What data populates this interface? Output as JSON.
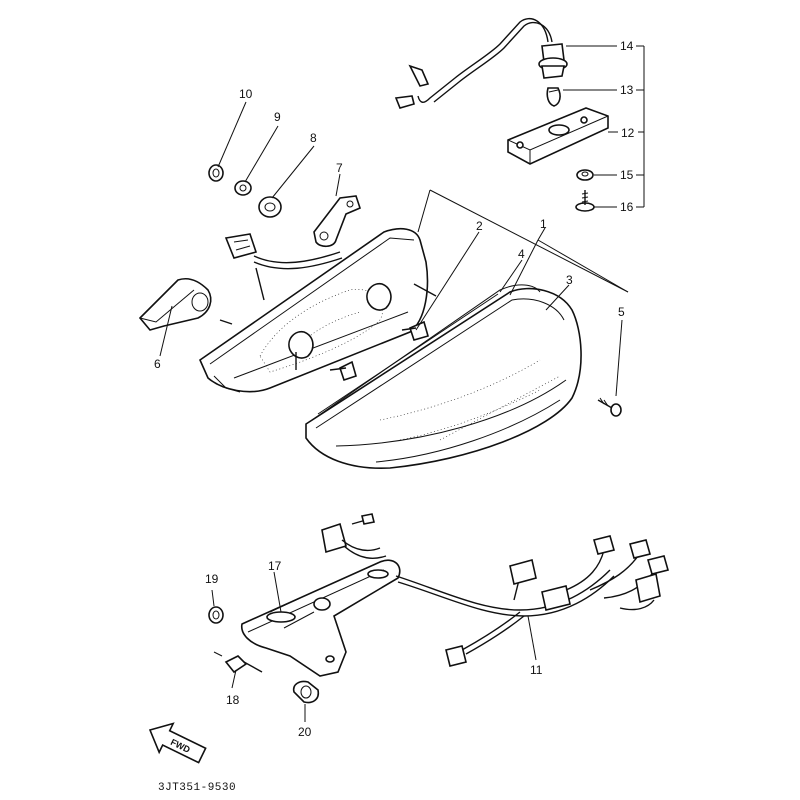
{
  "callouts": [
    {
      "id": "1",
      "text": "1"
    },
    {
      "id": "2",
      "text": "2"
    },
    {
      "id": "3",
      "text": "3"
    },
    {
      "id": "4",
      "text": "4"
    },
    {
      "id": "5",
      "text": "5"
    },
    {
      "id": "6",
      "text": "6"
    },
    {
      "id": "7",
      "text": "7"
    },
    {
      "id": "8",
      "text": "8"
    },
    {
      "id": "9",
      "text": "9"
    },
    {
      "id": "10",
      "text": "10"
    },
    {
      "id": "11",
      "text": "11"
    },
    {
      "id": "12",
      "text": "12"
    },
    {
      "id": "13",
      "text": "13"
    },
    {
      "id": "14",
      "text": "14"
    },
    {
      "id": "15",
      "text": "15"
    },
    {
      "id": "16",
      "text": "16"
    },
    {
      "id": "17",
      "text": "17"
    },
    {
      "id": "18",
      "text": "18"
    },
    {
      "id": "19",
      "text": "19"
    },
    {
      "id": "20",
      "text": "20"
    }
  ],
  "direction_arrow": {
    "text": "FWD",
    "icon": "forward-arrow-icon"
  },
  "diagram_code": "3JT351-9530",
  "colors": {
    "ink": "#111111",
    "paper": "#ffffff"
  }
}
